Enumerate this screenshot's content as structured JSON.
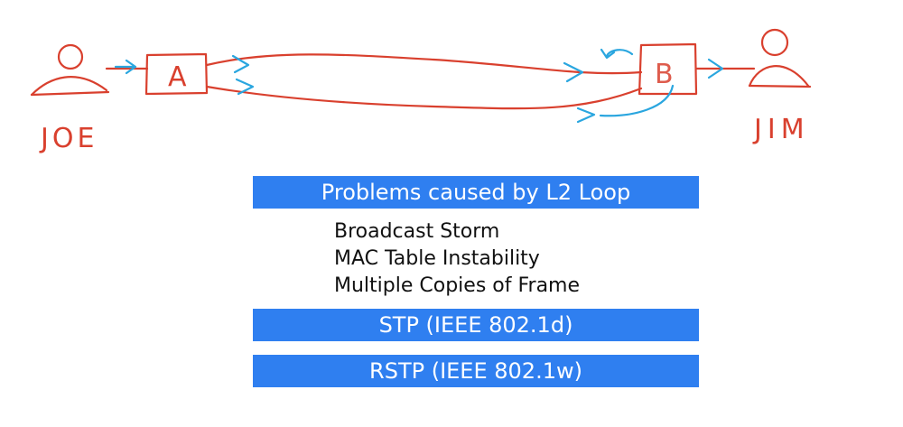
{
  "diagram": {
    "left_user_label": "JOE",
    "right_user_label": "JIM",
    "switch_a_label": "A",
    "switch_b_label": "B",
    "colors": {
      "ink_red": "#d9402e",
      "ink_blue": "#2aa6df"
    }
  },
  "slide": {
    "title": "Problems caused by L2 Loop",
    "problems": [
      "Broadcast Storm",
      "MAC Table Instability",
      "Multiple Copies of Frame"
    ],
    "stp_label": "STP (IEEE 802.1d)",
    "rstp_label": "RSTP (IEEE 802.1w)",
    "banner_color": "#2f7ff0"
  }
}
